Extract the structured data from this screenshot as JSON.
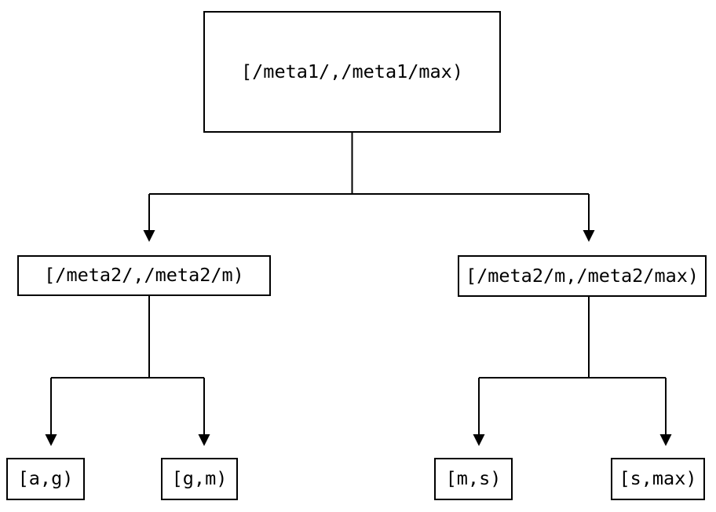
{
  "diagram": {
    "background_color": "#ffffff",
    "line_color": "#000000",
    "text_color": "#000000",
    "type": "interval-partition-tree",
    "nodes": [
      {
        "id": "root",
        "label": "[/meta1/,/meta1/max)"
      },
      {
        "id": "meta2-low",
        "label": "[/meta2/,/meta2/m)"
      },
      {
        "id": "meta2-high",
        "label": "[/meta2/m,/meta2/max)"
      },
      {
        "id": "leaf-a-g",
        "label": "[a,g)"
      },
      {
        "id": "leaf-g-m",
        "label": "[g,m)"
      },
      {
        "id": "leaf-m-s",
        "label": "[m,s)"
      },
      {
        "id": "leaf-s-max",
        "label": "[s,max)"
      }
    ],
    "edges": [
      {
        "from": "root",
        "to": "meta2-low"
      },
      {
        "from": "root",
        "to": "meta2-high"
      },
      {
        "from": "meta2-low",
        "to": "leaf-a-g"
      },
      {
        "from": "meta2-low",
        "to": "leaf-g-m"
      },
      {
        "from": "meta2-high",
        "to": "leaf-m-s"
      },
      {
        "from": "meta2-high",
        "to": "leaf-s-max"
      }
    ]
  }
}
